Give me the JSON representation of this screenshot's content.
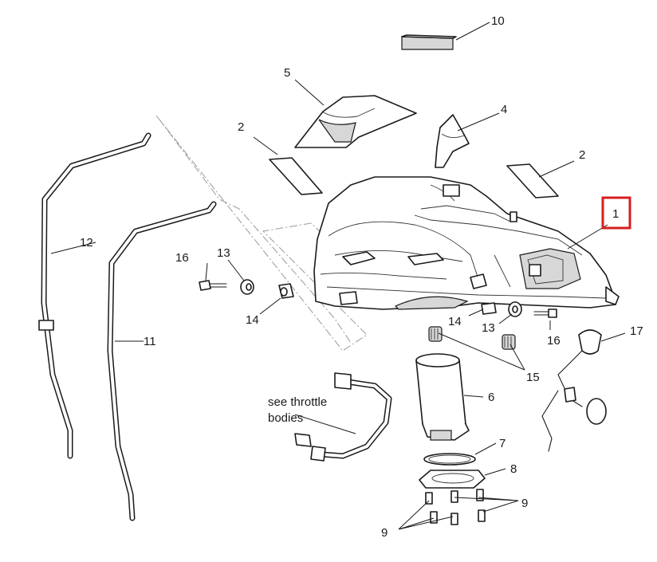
{
  "callouts": {
    "c1": "1",
    "c2a": "2",
    "c2b": "2",
    "c4": "4",
    "c5": "5",
    "c6": "6",
    "c7": "7",
    "c8": "8",
    "c9a": "9",
    "c9b": "9",
    "c10": "10",
    "c11": "11",
    "c12": "12",
    "c13a": "13",
    "c13b": "13",
    "c14a": "14",
    "c14b": "14",
    "c15": "15",
    "c16a": "16",
    "c16b": "16",
    "c17": "17"
  },
  "note": {
    "line1": "see throttle",
    "line2": "bodies"
  },
  "colors": {
    "highlight": "#d61f1f",
    "line": "#1a1a1a",
    "phantom": "#9a9a9a"
  }
}
